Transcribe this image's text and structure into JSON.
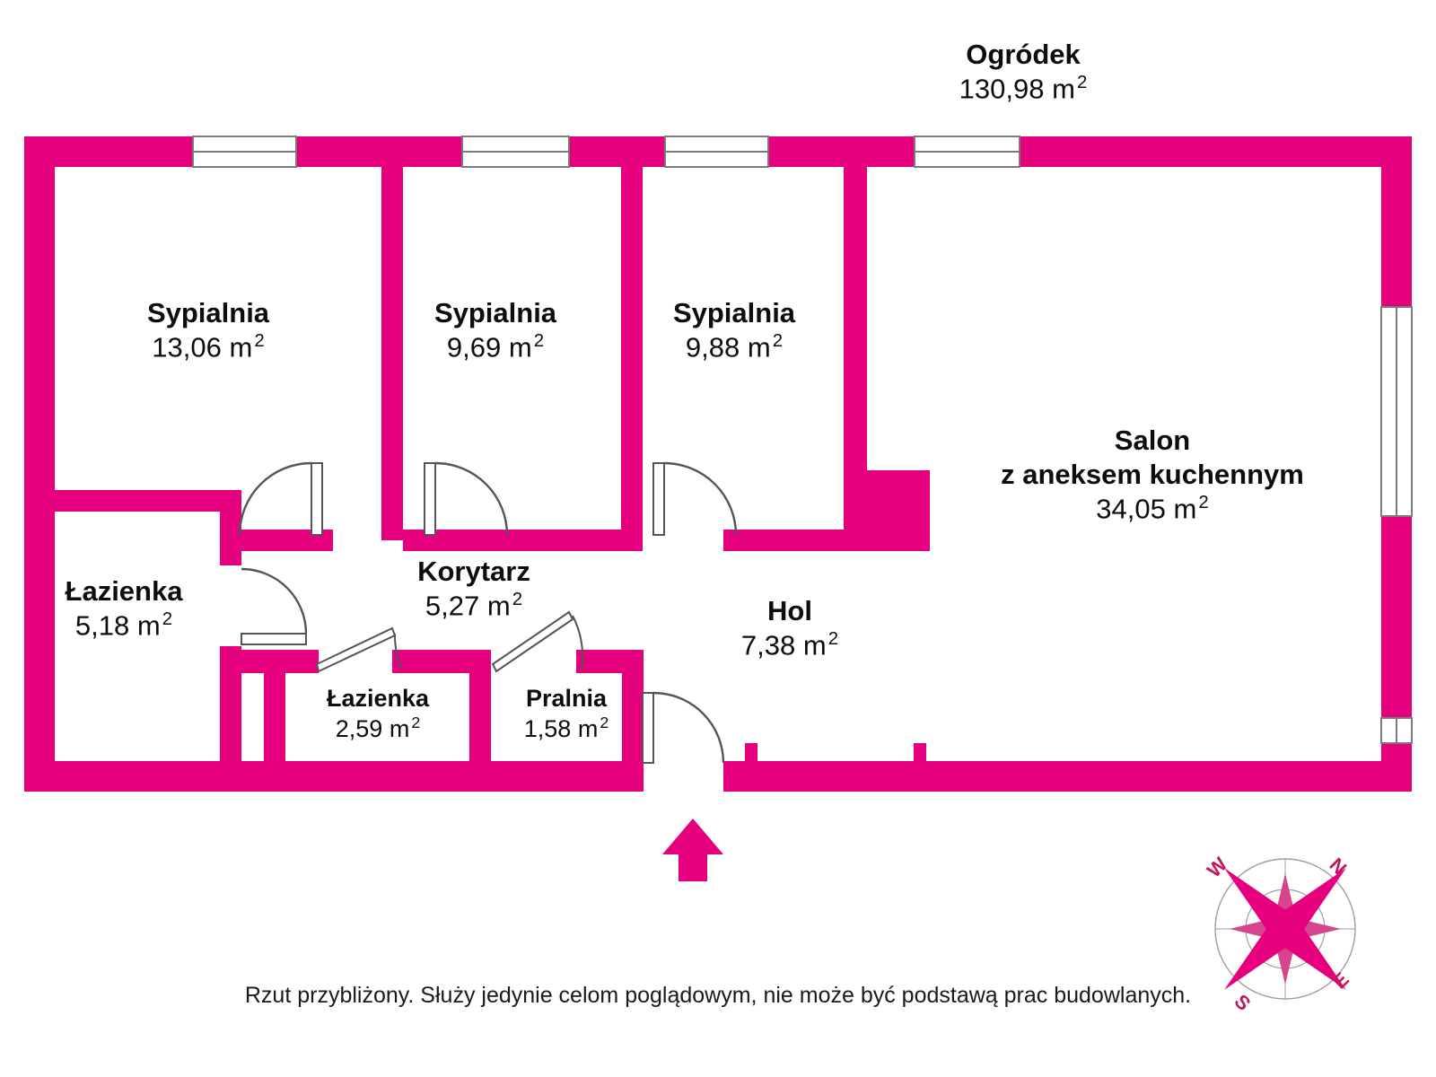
{
  "plan": {
    "accent_color": "#E6007E",
    "wall_color": "#E6007E",
    "door_line_color": "#555555",
    "text_color": "#0d0d0d",
    "background": "#ffffff",
    "area_unit": "m",
    "area_unit_superscript": "2"
  },
  "exterior": {
    "label": "Ogródek",
    "area": "130,98 m",
    "area_sup": "2"
  },
  "rooms": [
    {
      "id": "sypialnia-1",
      "name": "Sypialnia",
      "area": "13,06 m",
      "area_sup": "2"
    },
    {
      "id": "sypialnia-2",
      "name": "Sypialnia",
      "area": "9,69 m",
      "area_sup": "2"
    },
    {
      "id": "sypialnia-3",
      "name": "Sypialnia",
      "area": "9,88 m",
      "area_sup": "2"
    },
    {
      "id": "salon",
      "name": "Salon",
      "name2": "z aneksem kuchennym",
      "area": "34,05 m",
      "area_sup": "2"
    },
    {
      "id": "lazienka-1",
      "name": "Łazienka",
      "area": "5,18 m",
      "area_sup": "2"
    },
    {
      "id": "korytarz",
      "name": "Korytarz",
      "area": "5,27 m",
      "area_sup": "2"
    },
    {
      "id": "lazienka-2",
      "name": "Łazienka",
      "area": "2,59 m",
      "area_sup": "2"
    },
    {
      "id": "pralnia",
      "name": "Pralnia",
      "area": "1,58 m",
      "area_sup": "2"
    },
    {
      "id": "hol",
      "name": "Hol",
      "area": "7,38 m",
      "area_sup": "2"
    }
  ],
  "compass": {
    "north": "N",
    "south": "S",
    "east": "E",
    "west": "W"
  },
  "disclaimer": "Rzut przybliżony. Służy jedynie celom poglądowym, nie może być podstawą prac budowlanych."
}
